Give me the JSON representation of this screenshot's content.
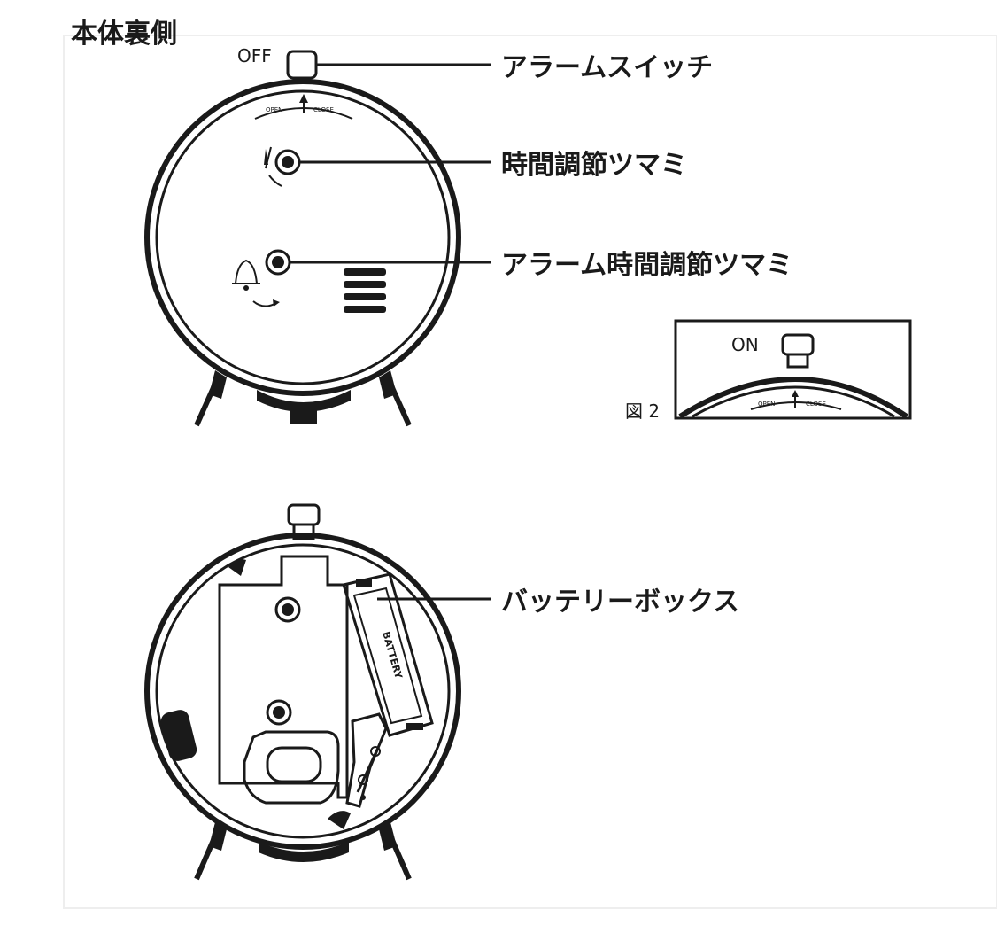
{
  "title": "本体裏側",
  "switch_state_label": "OFF",
  "figure2": {
    "label": "図 2",
    "state_label": "ON",
    "open": "OPEN",
    "close": "CLOSE"
  },
  "dial": {
    "open": "OPEN",
    "close": "CLOSE"
  },
  "callouts": {
    "alarm_switch": "アラームスイッチ",
    "time_knob": "時間調節ツマミ",
    "alarm_time_knob": "アラーム時間調節ツマミ",
    "battery_box": "バッテリーボックス"
  },
  "battery_text": "BATTERY"
}
